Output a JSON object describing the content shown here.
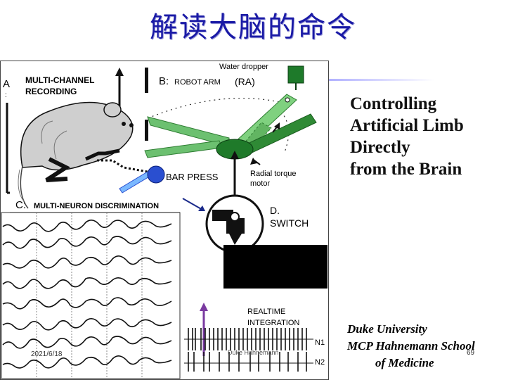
{
  "slide": {
    "title": "解读大脑的命令",
    "side_heading": [
      "Controlling",
      "Artificial Limb",
      "Directly",
      "from the Brain"
    ],
    "credit": [
      "Duke University",
      "MCP Hahnemann School",
      "of Medicine"
    ],
    "page_number": "69"
  },
  "figure": {
    "water_dropper": "Water dropper",
    "panel_a_letter": "A",
    "panel_a_title_1": "MULTI-CHANNEL",
    "panel_a_title_2": "RECORDING",
    "panel_b_letter": "B:",
    "panel_b_title": "ROBOT ARM",
    "panel_b_abbr": "(RA)",
    "bar_press": "BAR PRESS",
    "radial_1": "Radial torque",
    "radial_2": "motor",
    "panel_c_letter": "C:",
    "panel_c_title": "MULTI-NEURON DISCRIMINATION",
    "panel_d_letter": "D.",
    "panel_d_title": "SWITCH",
    "realtime_1": "REALTIME",
    "realtime_2": "INTEGRATION",
    "n1": "N1",
    "n2": "N2",
    "date": "2021/6/18",
    "footer_mid": "Duke   Hahnemann",
    "colors": {
      "title": "#1a1aa6",
      "arm": "#4caf50",
      "arm_dark": "#2e7d32",
      "lever": "#2a4fd0",
      "arrow": "#7a3aa0"
    }
  }
}
